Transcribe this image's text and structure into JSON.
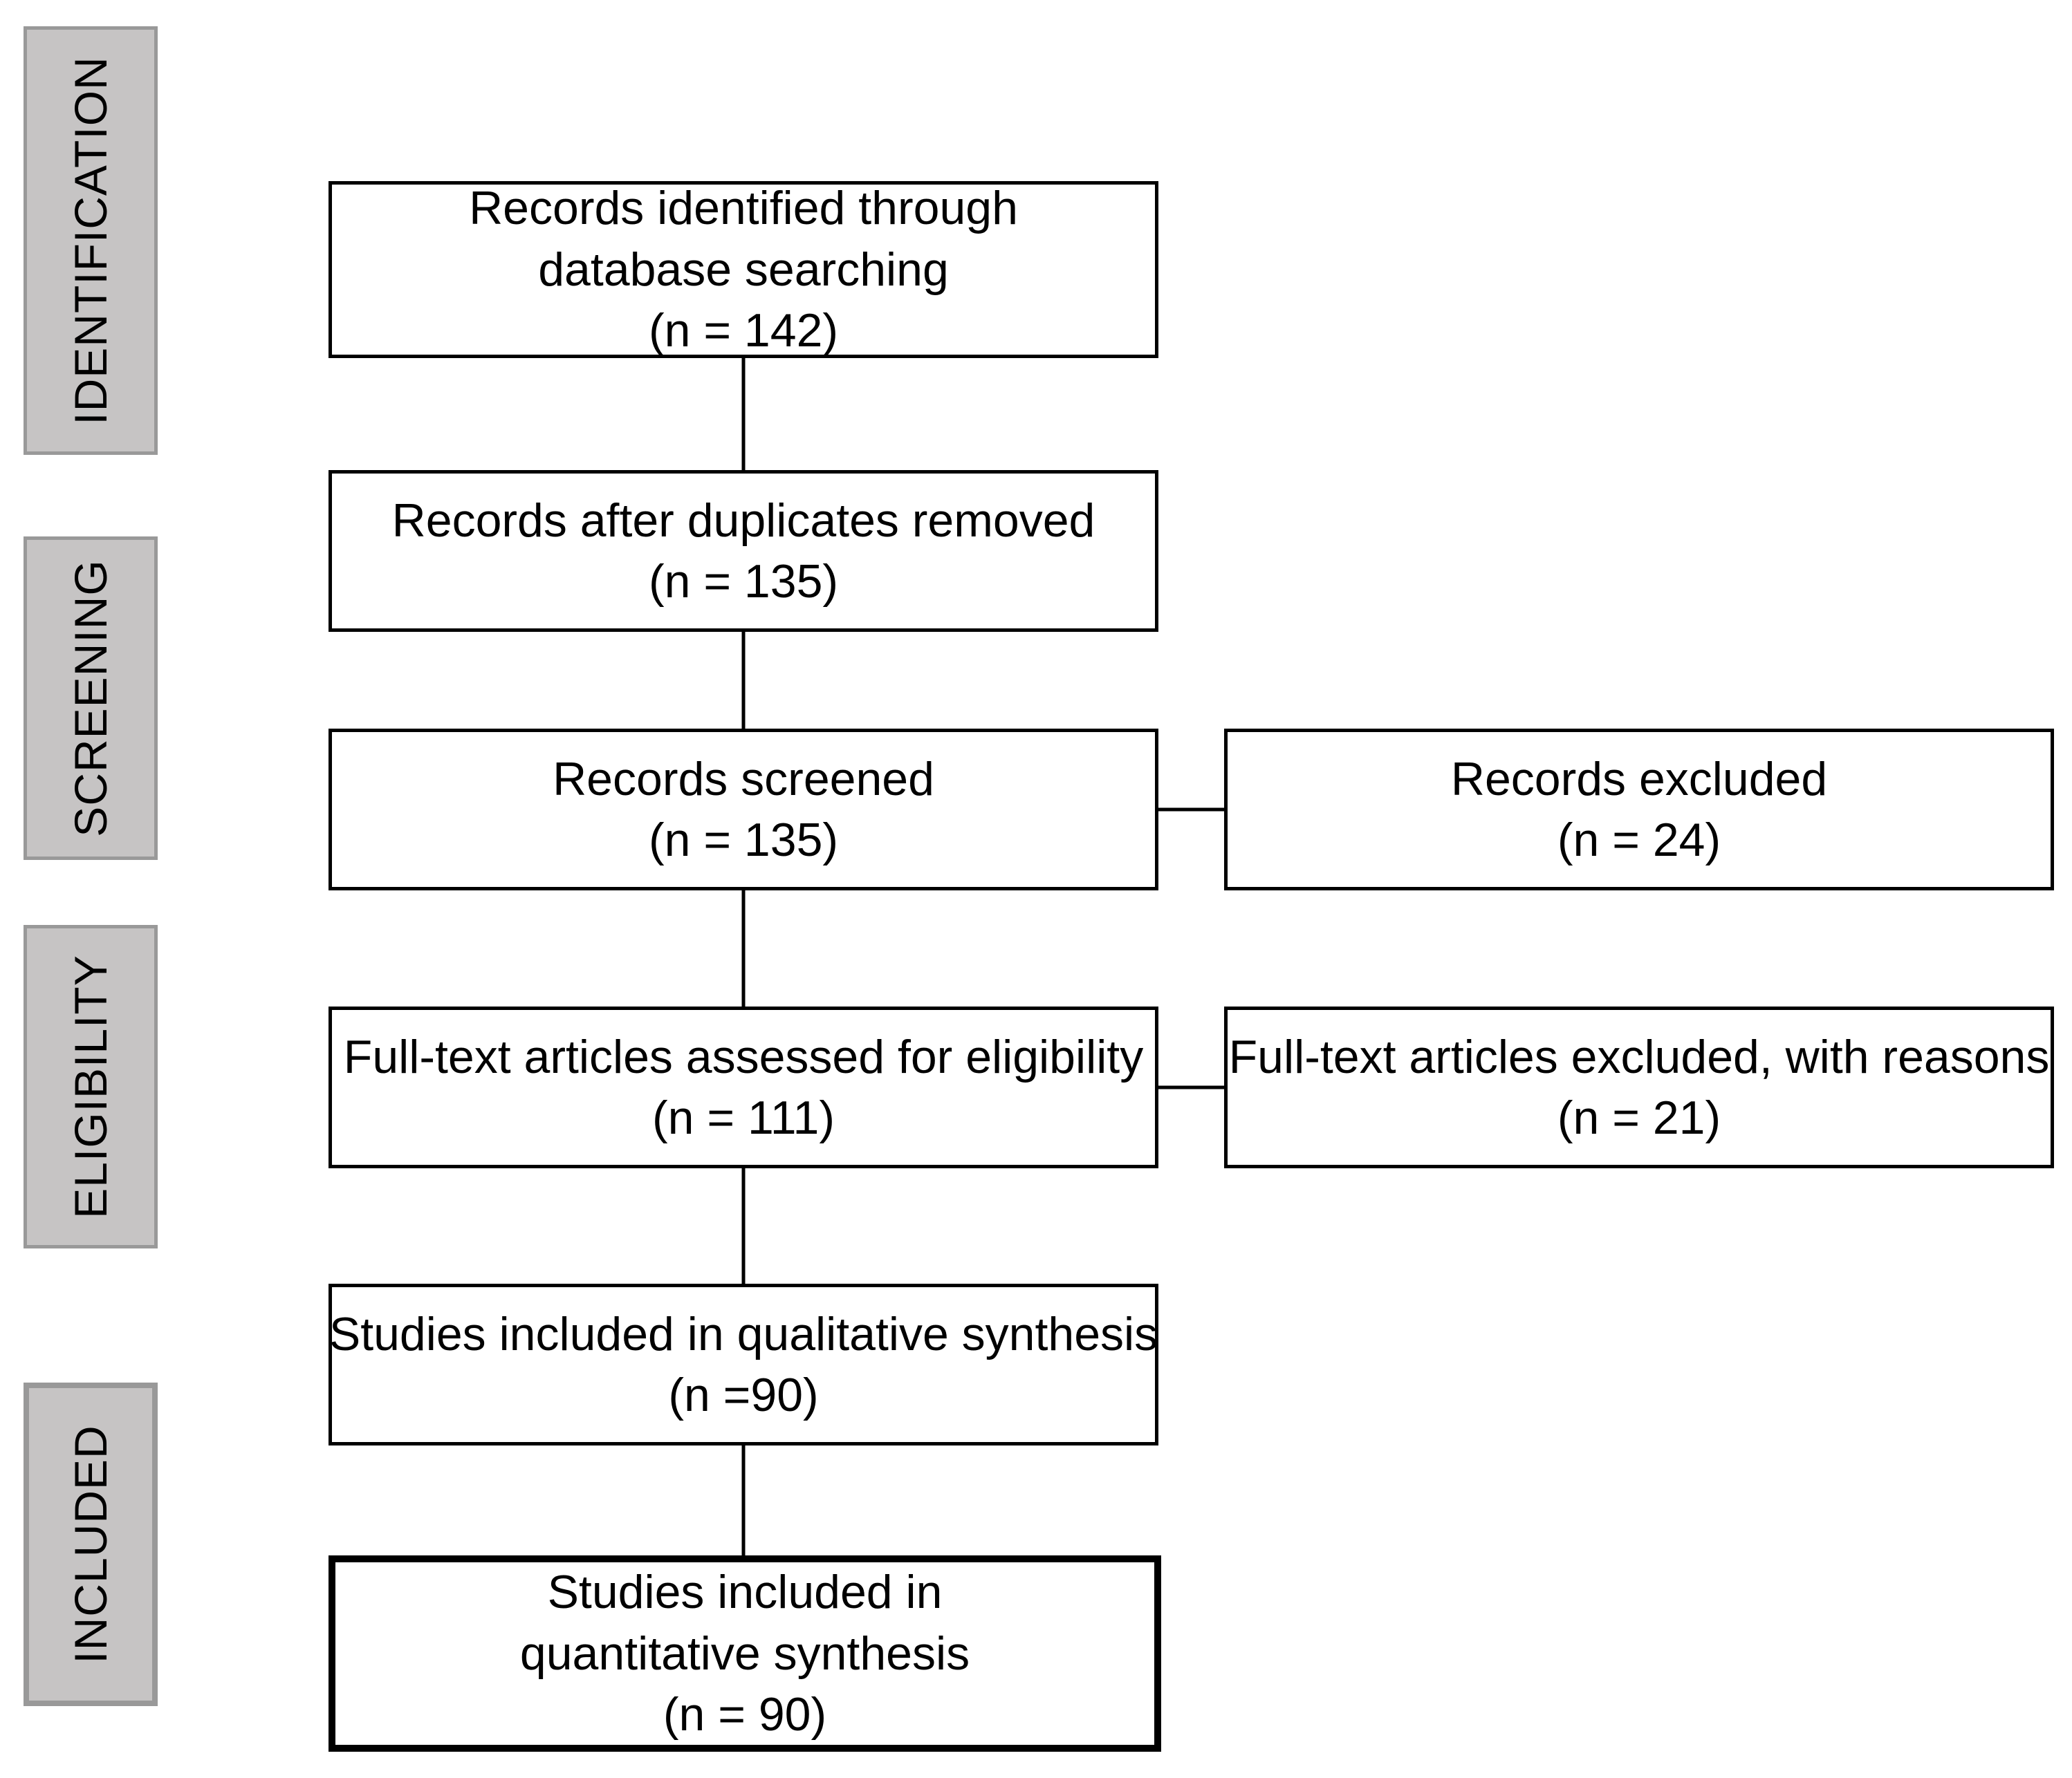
{
  "phases": {
    "identification": "IDENTIFICATION",
    "screening": "SCREENING",
    "eligibility": "ELIGIBILITY",
    "included": "INCLUDED"
  },
  "boxes": {
    "identified": {
      "lines": [
        "Records identified through",
        "database searching",
        "(n = 142)"
      ]
    },
    "duplicates_removed": {
      "lines": [
        "Records after duplicates removed",
        "(n = 135)"
      ]
    },
    "screened": {
      "lines": [
        "Records screened",
        "(n = 135)"
      ]
    },
    "excluded": {
      "lines": [
        "Records excluded",
        "(n = 24)"
      ]
    },
    "fulltext_assessed": {
      "lines": [
        "Full-text articles assessed for eligibility",
        "(n = 111)"
      ]
    },
    "fulltext_excluded": {
      "lines": [
        "Full-text articles excluded, with reasons",
        "(n = 21)"
      ]
    },
    "qualitative": {
      "lines": [
        "Studies included in qualitative synthesis",
        "(n =90)"
      ]
    },
    "quantitative": {
      "lines": [
        "Studies included in",
        "quantitative synthesis",
        "(n = 90)"
      ]
    }
  },
  "colors": {
    "phase_fill": "#c6c4c4",
    "phase_border": "#999999",
    "box_border": "#000000",
    "background": "#ffffff"
  }
}
